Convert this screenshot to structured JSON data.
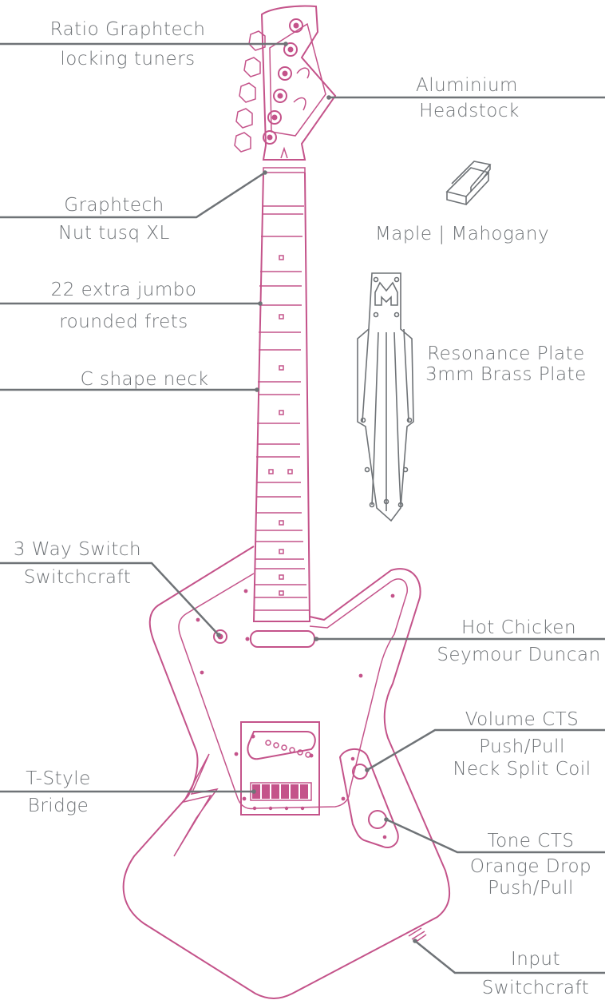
{
  "labels": {
    "tuners": [
      "Ratio Graphtech",
      "locking tuners"
    ],
    "headstock": [
      "Aluminium",
      "Headstock"
    ],
    "nut": [
      "Graphtech",
      "Nut tusq XL"
    ],
    "wood": "Maple | Mahogany",
    "frets": [
      "22 extra jumbo",
      "rounded frets"
    ],
    "resonance": [
      "Resonance Plate",
      "3mm Brass Plate"
    ],
    "neck": "C shape neck",
    "switch": [
      "3 Way Switch",
      "Switchcraft"
    ],
    "pickup": [
      "Hot Chicken",
      "Seymour Duncan"
    ],
    "volume": [
      "Volume CTS",
      "Push/Pull",
      "Neck Split Coil"
    ],
    "bridge": [
      "T-Style",
      "Bridge"
    ],
    "tone": [
      "Tone CTS",
      "Orange Drop",
      "Push/Pull"
    ],
    "input": [
      "Input",
      "Switchcraft"
    ]
  },
  "colors": {
    "guitar_outline": "#c4538a",
    "annotation": "#6f7377"
  }
}
